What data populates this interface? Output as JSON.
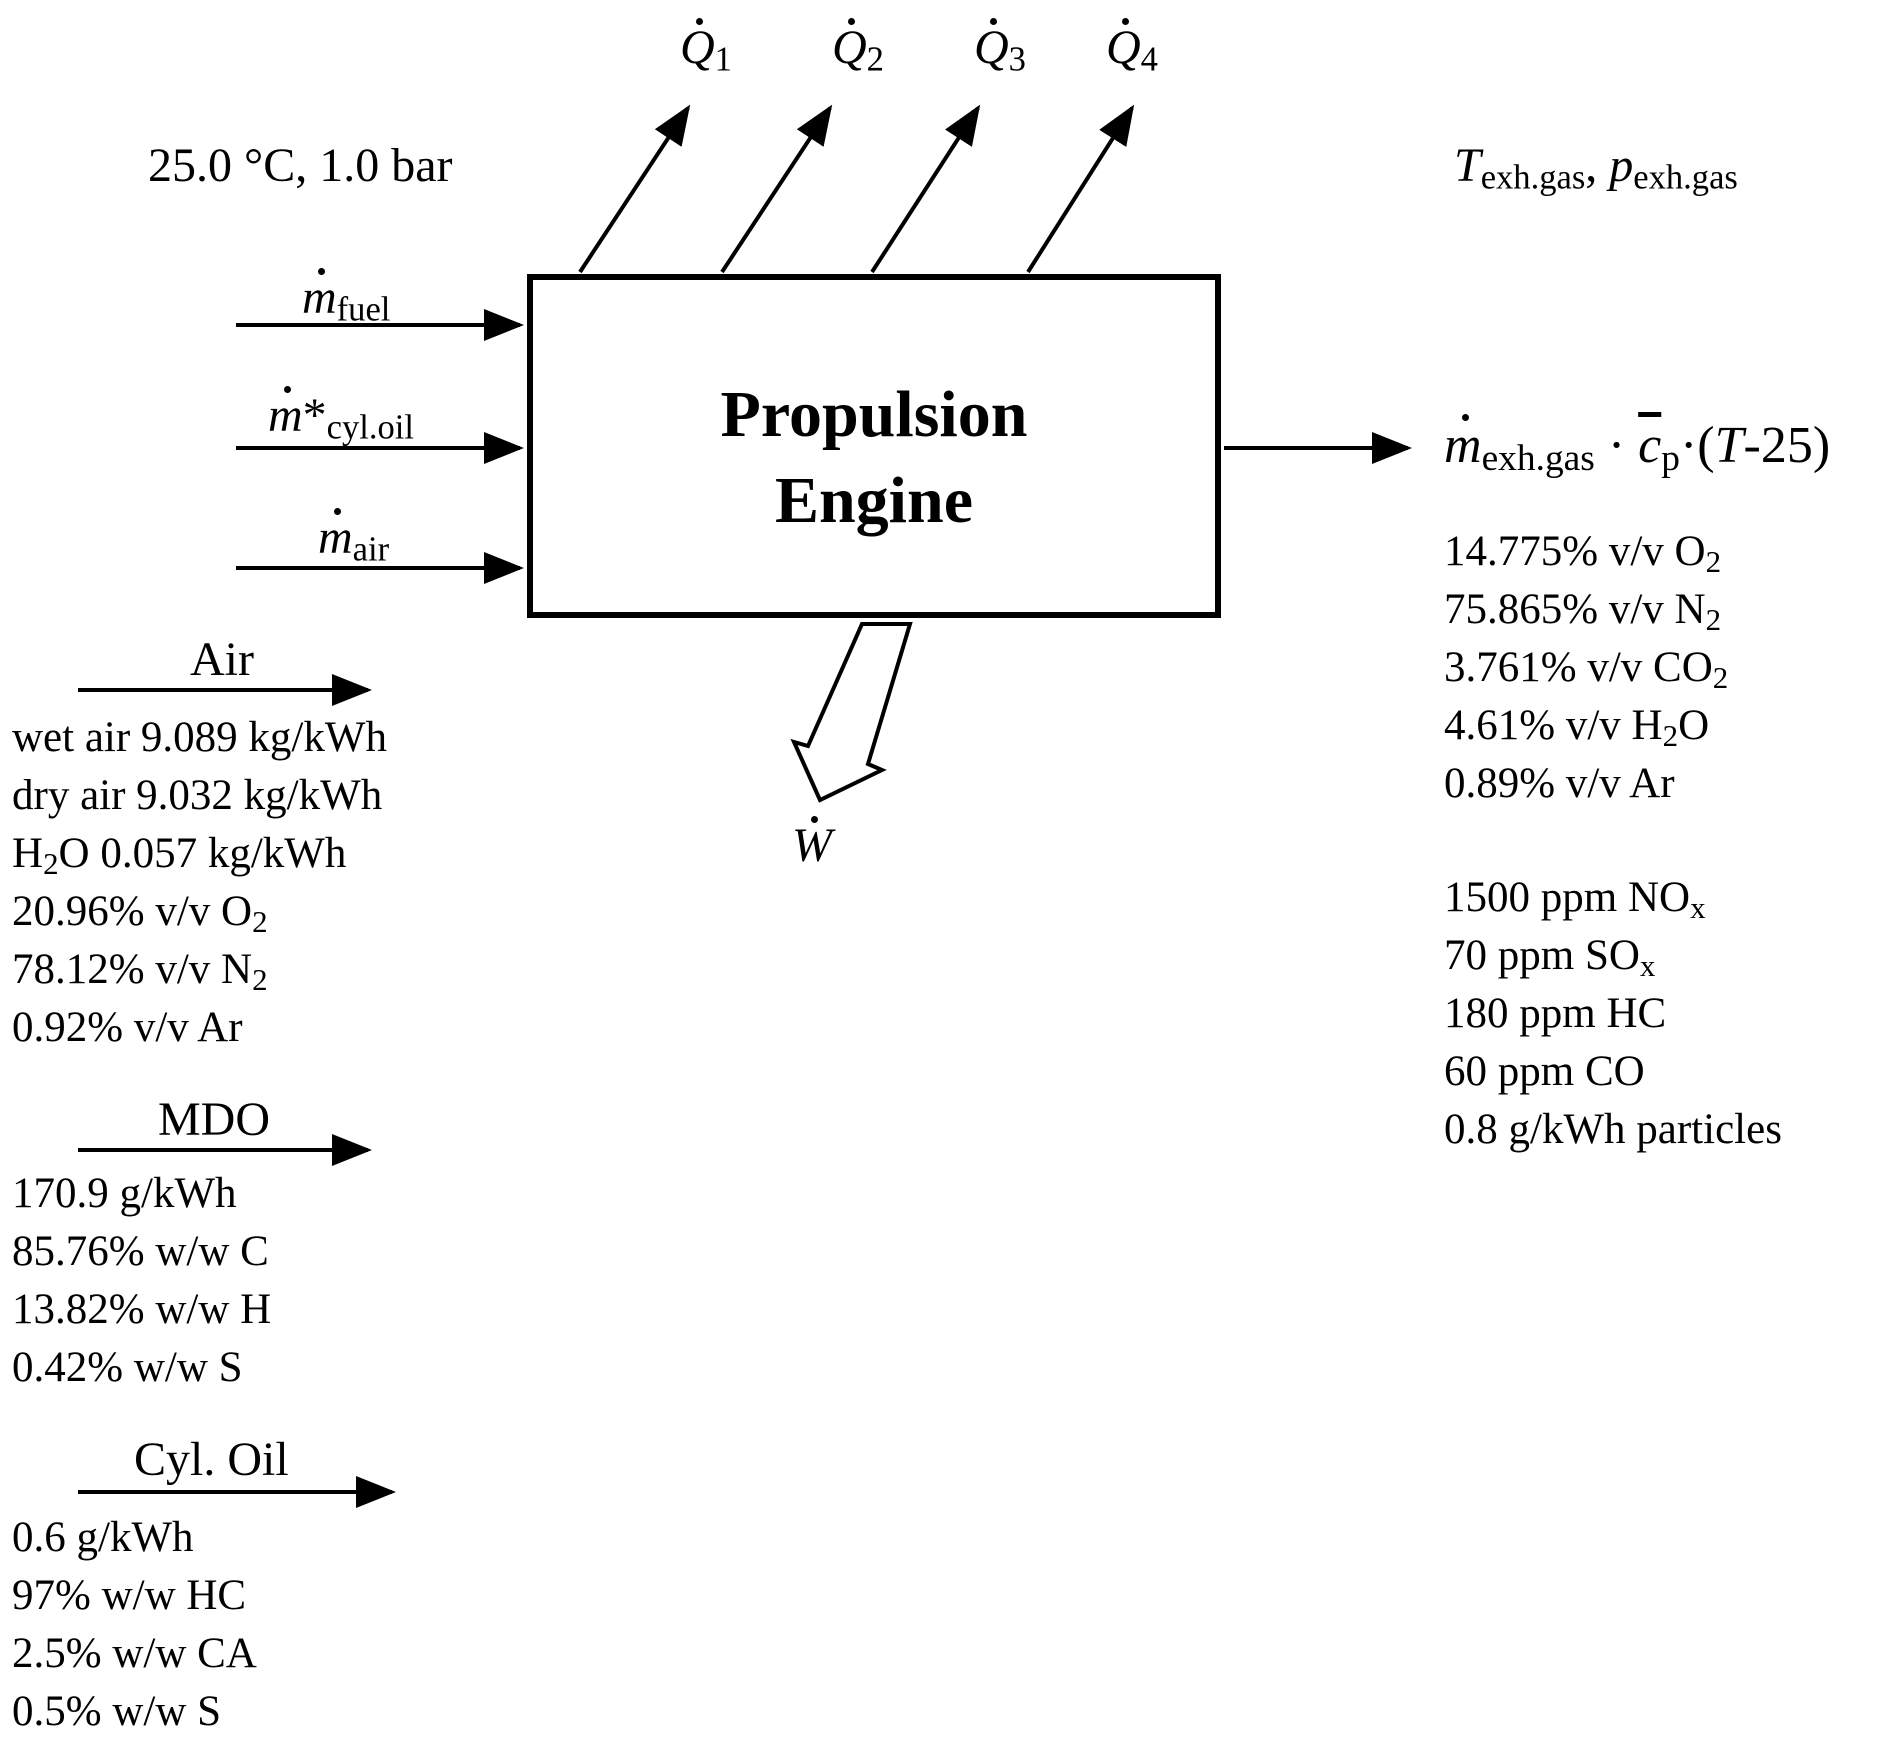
{
  "engine": {
    "line1": "Propulsion",
    "line2": "Engine"
  },
  "ambient": "25.0 °C, 1.0 bar",
  "heat_losses": [
    {
      "symbol": "Q",
      "index": "1"
    },
    {
      "symbol": "Q",
      "index": "2"
    },
    {
      "symbol": "Q",
      "index": "3"
    },
    {
      "symbol": "Q",
      "index": "4"
    }
  ],
  "work": {
    "symbol": "W"
  },
  "inputs": {
    "fuel": {
      "symbol": "m",
      "sub": "fuel"
    },
    "cyl_oil": {
      "symbol": "m",
      "star": "*",
      "sub": "cyl.oil"
    },
    "air": {
      "symbol": "m",
      "sub": "air"
    }
  },
  "exhaust": {
    "state": {
      "t": "T",
      "t_sub": "exh.gas",
      "sep": ",",
      "p": "p",
      "p_sub": "exh.gas"
    },
    "flow": {
      "m": "m",
      "m_sub": "exh.gas",
      "cdot": "·",
      "c": "c",
      "c_sub": "p",
      "open": "·(",
      "T": "T",
      "rest": "-25)"
    },
    "composition": [
      {
        "value": "14.775% v/v O",
        "sub": "2"
      },
      {
        "value": "75.865% v/v N",
        "sub": "2"
      },
      {
        "value": "3.761% v/v CO",
        "sub": "2"
      },
      {
        "value": "4.61% v/v H",
        "sub": "2",
        "tail": "O"
      },
      {
        "value": "0.89% v/v Ar",
        "sub": ""
      }
    ],
    "emissions": [
      {
        "value": "1500 ppm NO",
        "sub": "x"
      },
      {
        "value": "70 ppm SO",
        "sub": "x"
      },
      {
        "value": "180 ppm HC",
        "sub": ""
      },
      {
        "value": "60 ppm CO",
        "sub": ""
      },
      {
        "value": "0.8 g/kWh particles",
        "sub": ""
      }
    ]
  },
  "air": {
    "label": "Air",
    "lines": [
      {
        "value": "wet air 9.089 kg/kWh",
        "sub": ""
      },
      {
        "value": "dry air 9.032 kg/kWh",
        "sub": ""
      },
      {
        "value": "H",
        "sub": "2",
        "tail": "O 0.057 kg/kWh"
      },
      {
        "value": "20.96% v/v O",
        "sub": "2"
      },
      {
        "value": "78.12% v/v N",
        "sub": "2"
      },
      {
        "value": "0.92% v/v Ar",
        "sub": ""
      }
    ]
  },
  "mdo": {
    "label": "MDO",
    "lines": [
      {
        "value": "170.9 g/kWh",
        "sub": ""
      },
      {
        "value": "85.76% w/w C",
        "sub": ""
      },
      {
        "value": "13.82% w/w H",
        "sub": ""
      },
      {
        "value": "0.42% w/w S",
        "sub": ""
      }
    ]
  },
  "cyl_oil": {
    "label": "Cyl. Oil",
    "lines": [
      {
        "value": "0.6 g/kWh",
        "sub": ""
      },
      {
        "value": "97% w/w HC",
        "sub": ""
      },
      {
        "value": "2.5% w/w CA",
        "sub": ""
      },
      {
        "value": "0.5% w/w S",
        "sub": ""
      }
    ]
  }
}
